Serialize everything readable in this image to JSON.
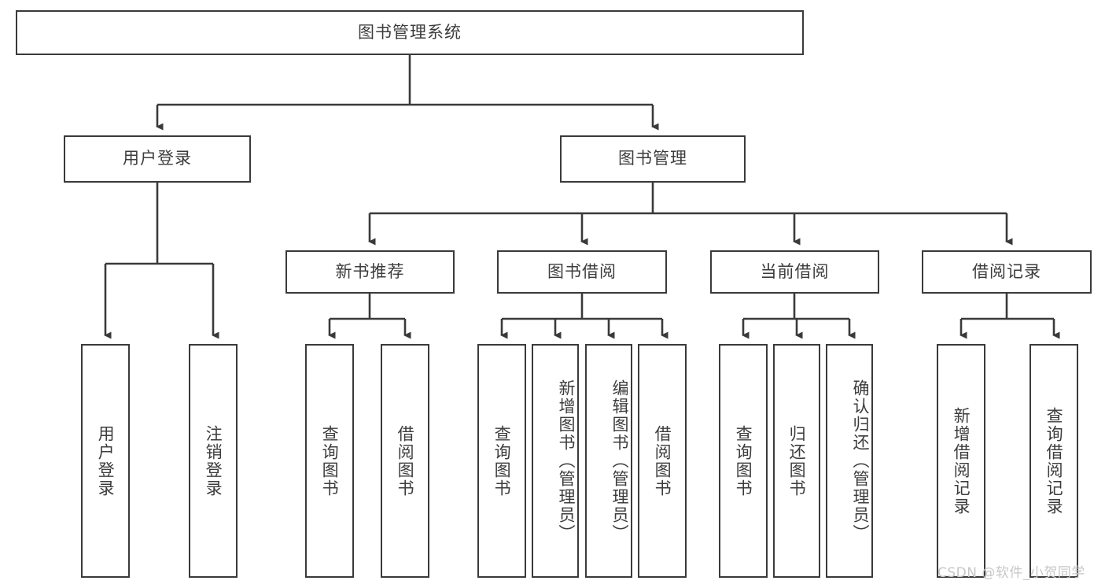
{
  "diagram": {
    "type": "tree",
    "title": "图书管理系统",
    "style": {
      "box_border_color": "#3a3a3a",
      "box_fill_color": "#ffffff",
      "text_color": "#3c3c3c",
      "edge_color": "#3a3a3a",
      "background": "#ffffff"
    },
    "root": {
      "id": "root",
      "label": "图书管理系统",
      "orientation": "horizontal"
    },
    "level1": [
      {
        "id": "user-login",
        "label": "用户登录",
        "orientation": "horizontal"
      },
      {
        "id": "book-manage",
        "label": "图书管理",
        "orientation": "horizontal"
      }
    ],
    "level2": [
      {
        "id": "new-book-recommend",
        "label": "新书推荐",
        "orientation": "horizontal",
        "parent": "book-manage"
      },
      {
        "id": "book-borrow",
        "label": "图书借阅",
        "orientation": "horizontal",
        "parent": "book-manage"
      },
      {
        "id": "current-borrow",
        "label": "当前借阅",
        "orientation": "horizontal",
        "parent": "book-manage"
      },
      {
        "id": "borrow-record",
        "label": "借阅记录",
        "orientation": "horizontal",
        "parent": "book-manage"
      }
    ],
    "leaves": [
      {
        "id": "leaf-user-login",
        "label": "用户登录",
        "orientation": "vertical",
        "parent": "user-login"
      },
      {
        "id": "leaf-user-logout",
        "label": "注销登录",
        "orientation": "vertical",
        "parent": "user-login"
      },
      {
        "id": "leaf-query-book-1",
        "label": "查询图书",
        "orientation": "vertical",
        "parent": "new-book-recommend"
      },
      {
        "id": "leaf-borrow-book-1",
        "label": "借阅图书",
        "orientation": "vertical",
        "parent": "new-book-recommend"
      },
      {
        "id": "leaf-query-book-2",
        "label": "查询图书",
        "orientation": "vertical",
        "parent": "book-borrow"
      },
      {
        "id": "leaf-add-book",
        "label": "新增图书（管理员）",
        "orientation": "vertical",
        "parent": "book-borrow"
      },
      {
        "id": "leaf-edit-book",
        "label": "编辑图书（管理员）",
        "orientation": "vertical",
        "parent": "book-borrow"
      },
      {
        "id": "leaf-borrow-book-2",
        "label": "借阅图书",
        "orientation": "vertical",
        "parent": "book-borrow"
      },
      {
        "id": "leaf-query-book-3",
        "label": "查询图书",
        "orientation": "vertical",
        "parent": "current-borrow"
      },
      {
        "id": "leaf-return-book",
        "label": "归还图书",
        "orientation": "vertical",
        "parent": "current-borrow"
      },
      {
        "id": "leaf-confirm-return",
        "label": "确认归还（管理员）",
        "orientation": "vertical",
        "parent": "current-borrow"
      },
      {
        "id": "leaf-add-record",
        "label": "新增借阅记录",
        "orientation": "vertical",
        "parent": "borrow-record"
      },
      {
        "id": "leaf-query-record",
        "label": "查询借阅记录",
        "orientation": "vertical",
        "parent": "borrow-record"
      }
    ]
  },
  "watermark": {
    "text": "CSDN @软件_小贺同学",
    "color": "#c7c7c7"
  }
}
